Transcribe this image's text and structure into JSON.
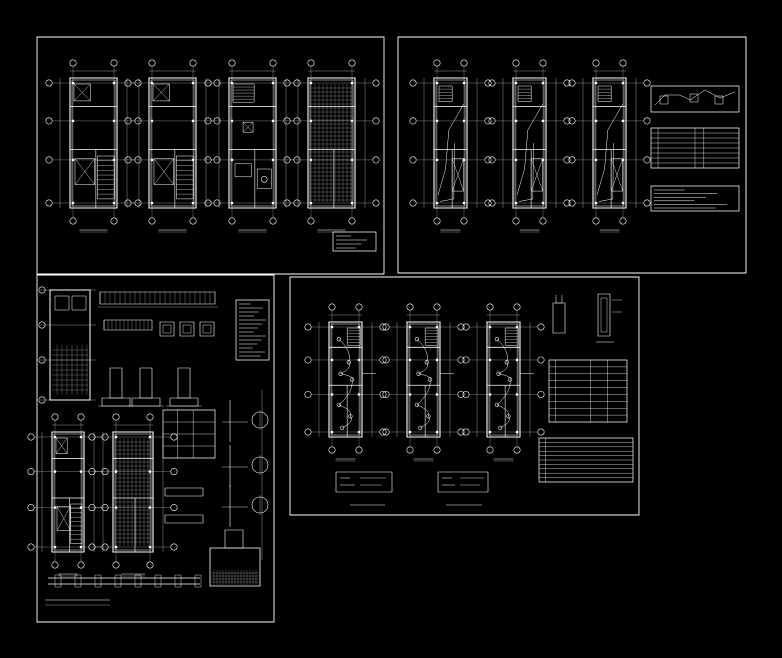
{
  "colors": {
    "background": "#000000",
    "linework": "#ffffff",
    "hatch": "#bdbdbd"
  },
  "sheets": [
    {
      "id": "sheet-architectural-plans",
      "plans": 4,
      "plan_style": "architectural"
    },
    {
      "id": "sheet-sanitary-plans",
      "plans": 3,
      "plan_style": "plumbing"
    },
    {
      "id": "sheet-structural-details",
      "plans": 2,
      "plan_style": "structural"
    },
    {
      "id": "sheet-electrical-plans",
      "plans": 3,
      "plan_style": "electrical"
    }
  ]
}
